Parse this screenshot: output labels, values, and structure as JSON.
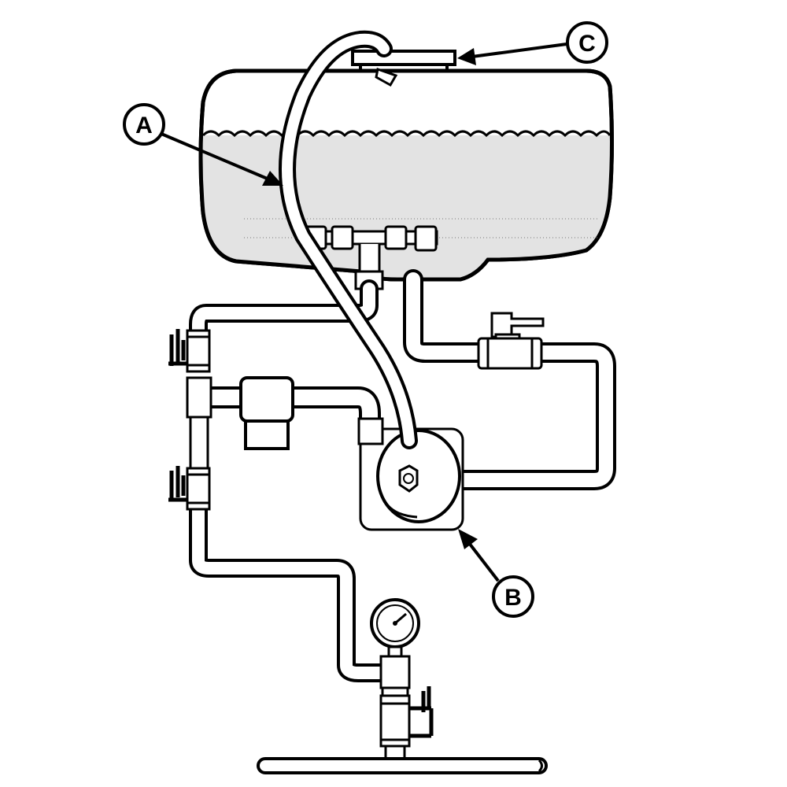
{
  "callouts": [
    {
      "id": "A",
      "label": "A"
    },
    {
      "id": "B",
      "label": "B"
    },
    {
      "id": "C",
      "label": "C"
    }
  ],
  "colors": {
    "stroke": "#000000",
    "fill": "#ffffff",
    "water": "#e3e3e3"
  }
}
